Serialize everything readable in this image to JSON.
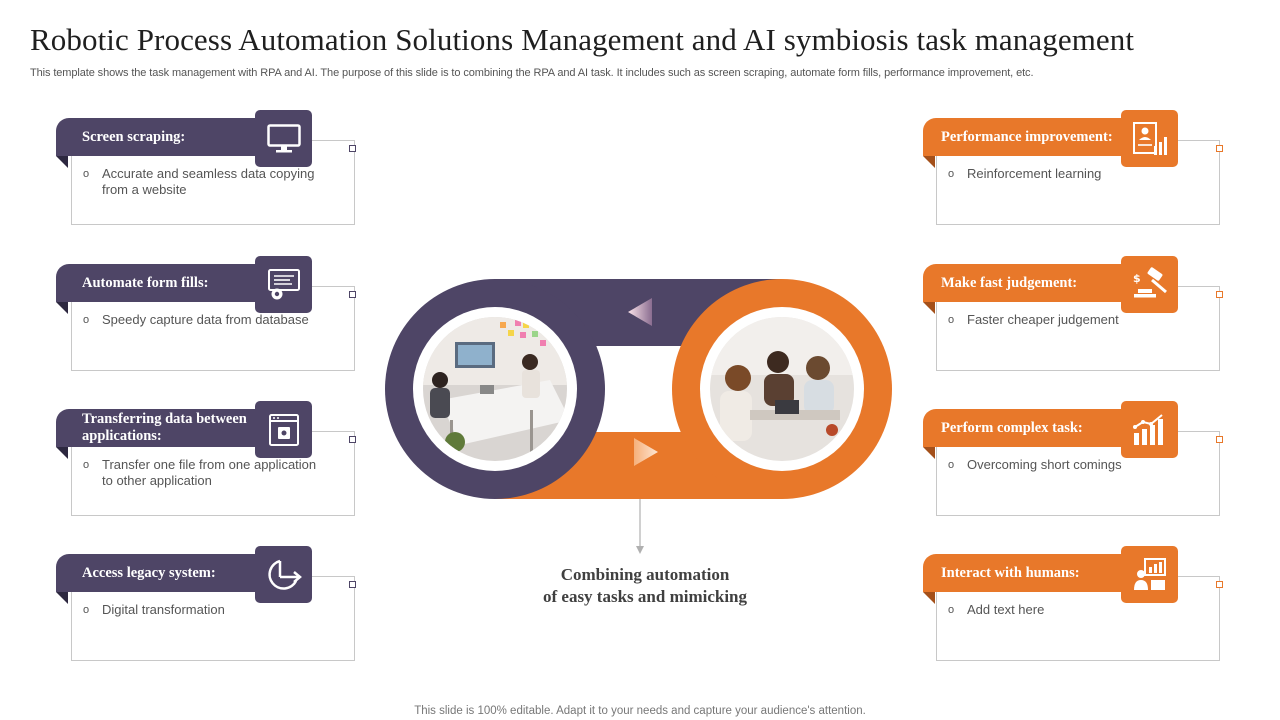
{
  "title": "Robotic Process Automation Solutions Management and AI symbiosis task management",
  "subtitle": "This template shows the task management with RPA and AI.  The purpose of this slide is to combining the RPA and AI  task.  It includes such as screen scraping, automate form fills, performance improvement, etc.",
  "footer": "This slide is 100% editable. Adapt it to your needs and capture your audience's attention.",
  "colors": {
    "purple": "#4e4566",
    "orange": "#e8782a"
  },
  "bullet_mark": "o",
  "left_cards": [
    {
      "title": "Screen scraping:",
      "icon": "monitor-icon",
      "bullet": "Accurate and seamless data copying from a website"
    },
    {
      "title": "Automate form fills:",
      "icon": "form-gear-icon",
      "bullet": "Speedy capture data from database"
    },
    {
      "title": "Transferring data between applications:",
      "icon": "app-window-icon",
      "bullet": "Transfer one file from one  application to other application"
    },
    {
      "title": "Access legacy system:",
      "icon": "legacy-arrow-icon",
      "bullet": "Digital transformation"
    }
  ],
  "right_cards": [
    {
      "title": "Performance improvement:",
      "icon": "performance-report-icon",
      "bullet": "Reinforcement  learning"
    },
    {
      "title": "Make fast judgement:",
      "icon": "gavel-icon",
      "bullet": "Faster cheaper judgement"
    },
    {
      "title": "Perform complex task:",
      "icon": "bar-chart-icon",
      "bullet": "Overcoming  short comings"
    },
    {
      "title": "Interact with humans:",
      "icon": "human-interaction-icon",
      "bullet": "Add text here"
    }
  ],
  "center": {
    "line1": "Combining automation",
    "line2": "of easy tasks and mimicking",
    "left_photo": "office-meeting-photo",
    "right_photo": "team-discussion-photo"
  }
}
